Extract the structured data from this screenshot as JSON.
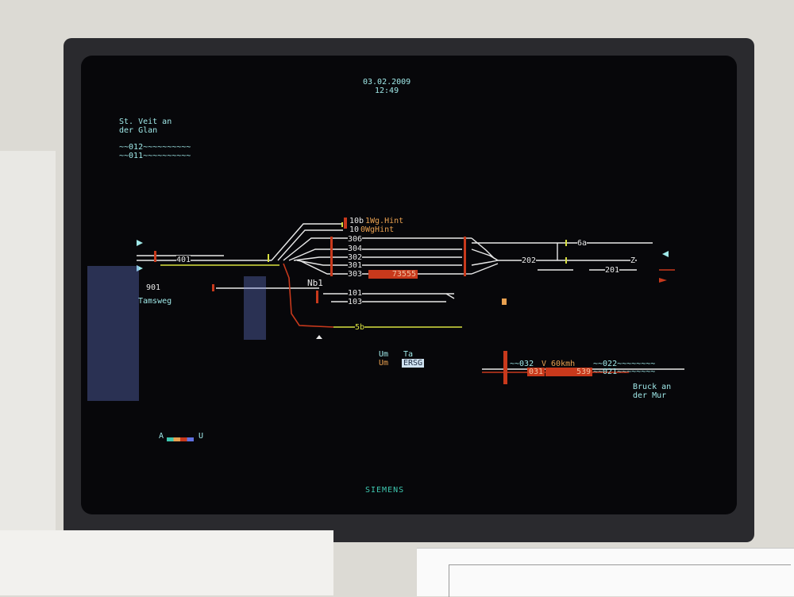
{
  "header": {
    "date": "03.02.2009",
    "time": "12:49"
  },
  "destinations": {
    "top_left": {
      "line1": "St. Veit an",
      "line2": "der Glan",
      "track1": "~~012~~~~~~~~~~",
      "track2": "~~011~~~~~~~~~~"
    },
    "bottom_left": "Tamsweg",
    "bottom_right": {
      "line1": "Bruck an",
      "line2": "der Mur"
    }
  },
  "track_labels": {
    "t10b": "10b",
    "t10b_ann": "1Wg.Hint",
    "t10": "10",
    "t10_ann": "0WgHint",
    "t306": "306",
    "t304": "304",
    "t302": "302",
    "t301": "301",
    "t303": "303",
    "train_303": "73555",
    "t401": "401",
    "t901": "901",
    "nb1": "Nb1",
    "t101": "101",
    "t103": "103",
    "t5b": "5b",
    "t6a": "6a",
    "t202": "202",
    "t201": "201",
    "z": "Z"
  },
  "status": {
    "um1": "Um",
    "ta": "Ta",
    "um2": "Um",
    "ersg": "ERSG"
  },
  "right_block": {
    "track032": "~~032",
    "speed": "V 60kmh",
    "track022": "~~022~~~~~~~~",
    "track031": "031",
    "train_539": "539",
    "track021": "~~021~~~~~~~~"
  },
  "legend": {
    "a": "A",
    "u": "U"
  },
  "brand": "SIEMENS",
  "colors": {
    "track": "#e8e8e8",
    "label": "#9fe8e8",
    "route_red": "#c8391c",
    "route_yellow": "#d8e040",
    "annotation": "#e8a050"
  }
}
